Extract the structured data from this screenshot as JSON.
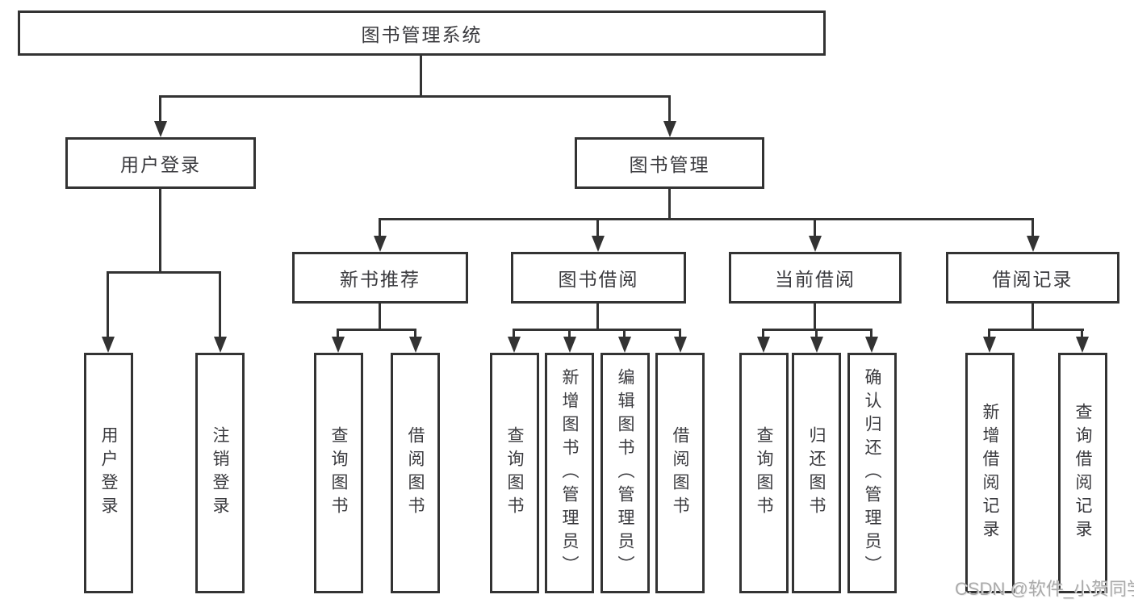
{
  "diagram": {
    "title_node": "图书管理系统",
    "root": {
      "label": "图书管理系统"
    },
    "level1": [
      {
        "label": "用户登录"
      },
      {
        "label": "图书管理"
      }
    ],
    "level2": [
      {
        "label": "新书推荐",
        "parent": "图书管理"
      },
      {
        "label": "图书借阅",
        "parent": "图书管理"
      },
      {
        "label": "当前借阅",
        "parent": "图书管理"
      },
      {
        "label": "借阅记录",
        "parent": "图书管理"
      }
    ],
    "leaves": [
      {
        "label": "用户登录",
        "parent": "用户登录"
      },
      {
        "label": "注销登录",
        "parent": "用户登录"
      },
      {
        "label": "查询图书",
        "parent": "新书推荐"
      },
      {
        "label": "借阅图书",
        "parent": "新书推荐"
      },
      {
        "label": "查询图书",
        "parent": "图书借阅"
      },
      {
        "label": "新增图书（管理员）",
        "parent": "图书借阅"
      },
      {
        "label": "编辑图书（管理员）",
        "parent": "图书借阅"
      },
      {
        "label": "借阅图书",
        "parent": "图书借阅"
      },
      {
        "label": "查询图书",
        "parent": "当前借阅"
      },
      {
        "label": "归还图书",
        "parent": "当前借阅"
      },
      {
        "label": "确认归还（管理员）",
        "parent": "当前借阅"
      },
      {
        "label": "新增借阅记录",
        "parent": "借阅记录"
      },
      {
        "label": "查询借阅记录",
        "parent": "借阅记录"
      }
    ],
    "colors": {
      "line": "#333333",
      "text": "#3a3a3e",
      "background": "#ffffff"
    }
  },
  "watermark": {
    "text": "CSDN @软件_小贺同学",
    "color": "#aaaaaa"
  }
}
